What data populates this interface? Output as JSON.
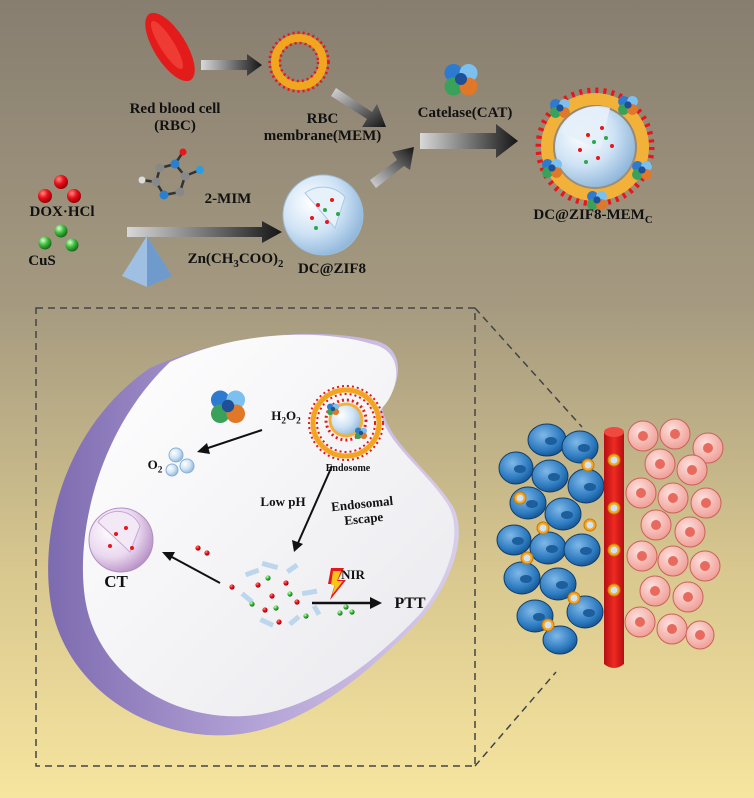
{
  "labels": {
    "rbc_line1": "Red blood cell",
    "rbc_line2": "(RBC)",
    "mem_line1": "RBC",
    "mem_line2": "membrane(MEM)",
    "catalase": "Catelase(CAT)",
    "final_product": "DC@ZIF8-MEM",
    "final_product_sub": "C",
    "dox": "DOX·HCl",
    "cus": "CuS",
    "mim": "2-MIM",
    "zinc_a": "Zn(CH",
    "zinc_sub1": "3",
    "zinc_b": "COO)",
    "zinc_sub2": "2",
    "dczif8": "DC@ZIF8",
    "h2o2_a": "H",
    "h2o2_sub1": "2",
    "h2o2_b": "O",
    "h2o2_sub2": "2",
    "o2_a": "O",
    "o2_sub": "2",
    "endosome": "Endosome",
    "low_ph": "Low pH",
    "escape_line1": "Endosomal",
    "escape_line2": "Escape",
    "ct": "CT",
    "nir": "NIR",
    "ptt": "PTT"
  },
  "colors": {
    "background_top": "#8c8273",
    "background_bottom": "#f4e39f",
    "membrane_ring": "#f2a51f",
    "lipid_heads": "#e8161a",
    "rbc": "#e41b1b",
    "tumor_cells": "#2a7ac0",
    "normal_cells": "#f2a6a0",
    "blood_vessel": "#e01b1b",
    "tissue_disk": "#a896cc"
  },
  "icons": [
    "red-blood-cell-icon",
    "catalase-enzyme-icon",
    "nir-lightning-icon",
    "zinc-pyramid-icon",
    "imidazole-molecule-icon"
  ]
}
